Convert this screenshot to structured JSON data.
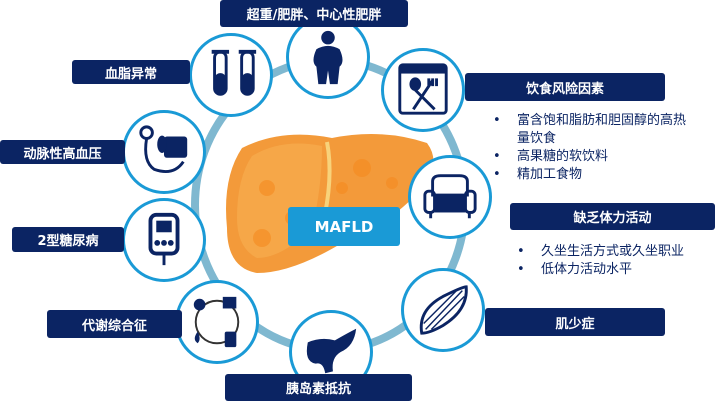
{
  "center_label": "MAFLD",
  "factors": {
    "obesity": "超重/肥胖、中心性肥胖",
    "dyslipidemia": "血脂异常",
    "hypertension": "动脉性高血压",
    "diabetes": "2型糖尿病",
    "metabolic_syndrome": "代谢综合征",
    "insulin_resistance": "胰岛素抵抗",
    "sarcopenia": "肌少症",
    "diet": {
      "title": "饮食风险因素",
      "items": [
        "富含饱和脂肪和胆固醇的高热量饮食",
        "高果糖的软饮料",
        "精加工食物"
      ]
    },
    "inactivity": {
      "title": "缺乏体力活动",
      "items": [
        "久坐生活方式或久坐职业",
        "低体力活动水平"
      ]
    }
  },
  "colors": {
    "navy": "#0b2463",
    "blue": "#1a9ad6",
    "ring": "#7fb8d0",
    "liver": "#f39a3a"
  }
}
